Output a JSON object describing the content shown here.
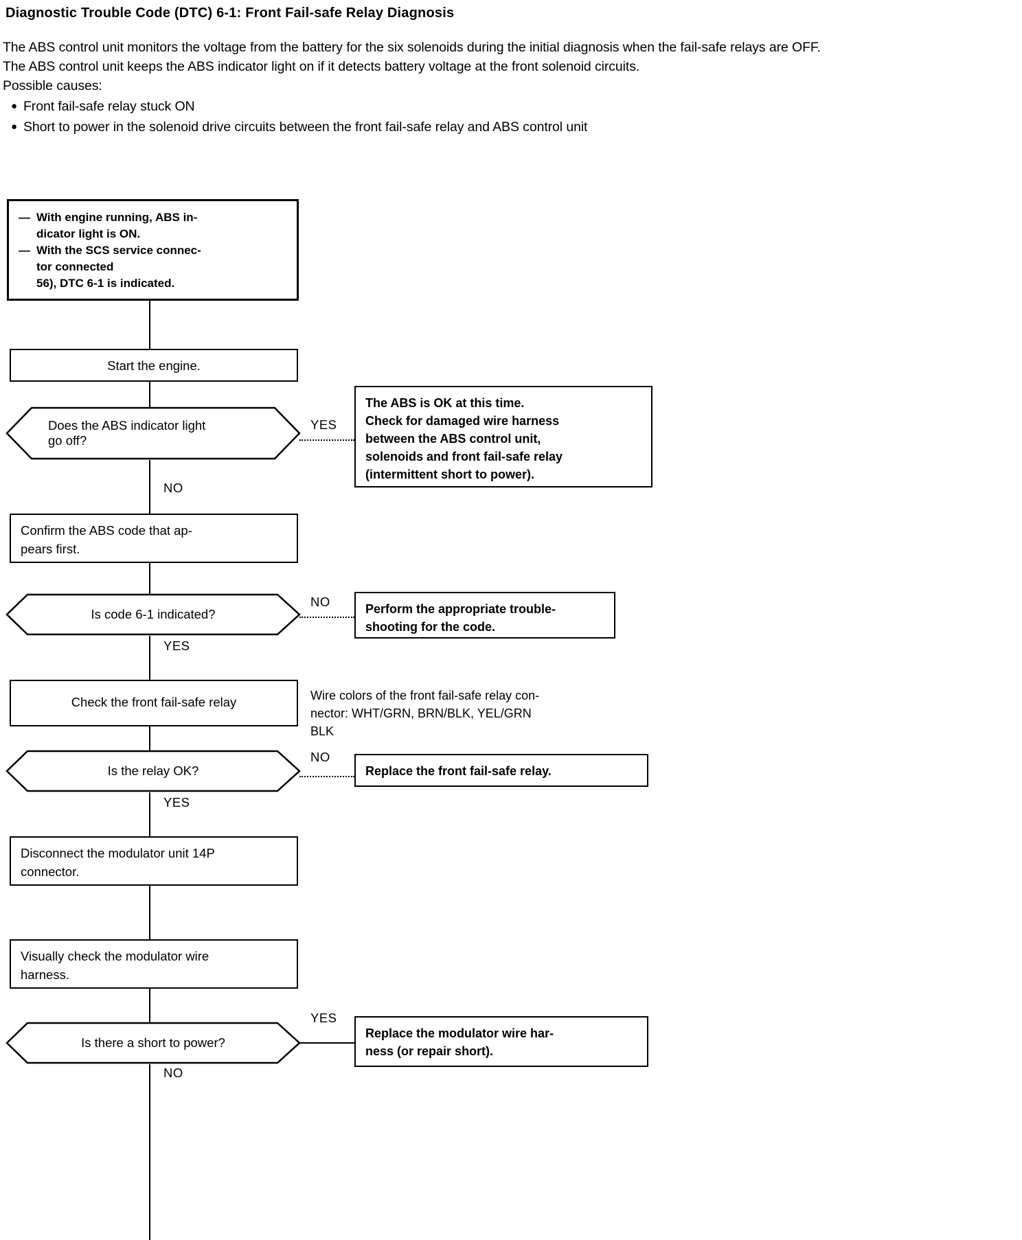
{
  "header": {
    "title": "Diagnostic Trouble Code (DTC) 6-1: Front Fail-safe Relay Diagnosis",
    "paragraph_1": "The ABS control unit monitors the voltage from the battery for the six solenoids during the initial diagnosis when the fail-safe relays are OFF.",
    "paragraph_2": "The ABS control unit keeps the ABS indicator light on if it detects battery voltage at the front solenoid circuits.",
    "causes_label": "Possible causes:",
    "bullet_marker": "●",
    "causes": [
      "Front fail-safe relay stuck ON",
      "Short to power in the solenoid drive circuits between the front fail-safe relay and ABS control unit"
    ]
  },
  "flow": {
    "condition_box": {
      "dash": "—",
      "items": [
        {
          "lines": [
            "With engine running, ABS in-",
            "dicator light is ON."
          ]
        },
        {
          "lines": [
            "With the SCS service connec-",
            "tor connected",
            "56), DTC 6-1 is indicated."
          ]
        }
      ]
    },
    "steps": {
      "start_engine": "Start the engine.",
      "confirm_code": [
        "Confirm the ABS code that ap-",
        "pears first."
      ],
      "check_relay": "Check the front fail-safe relay",
      "disconnect_modulator": [
        "Disconnect the modulator unit 14P",
        "connector."
      ],
      "visual_check": [
        "Visually check the modulator wire",
        "harness."
      ]
    },
    "decisions": {
      "abs_light_off": [
        "Does the ABS indicator light",
        "go off?"
      ],
      "code_6_1": "Is code 6-1 indicated?",
      "relay_ok": "Is the relay OK?",
      "short_to_power": "Is there a short to power?"
    },
    "branch_labels": {
      "yes": "YES",
      "no": "NO"
    },
    "results": {
      "abs_ok": [
        "The ABS is OK at this time.",
        "Check for damaged wire harness",
        "between the ABS control unit,",
        "solenoids and front fail-safe relay",
        "(intermittent short to power)."
      ],
      "perform_troubleshooting": [
        "Perform the appropriate trouble-",
        "shooting for the code."
      ],
      "replace_relay": "Replace the front fail-safe relay.",
      "replace_harness": [
        "Replace the modulator wire har-",
        "ness (or repair short)."
      ]
    },
    "notes": {
      "wire_colors": [
        "Wire colors of the front fail-safe relay con-",
        "nector: WHT/GRN, BRN/BLK, YEL/GRN",
        "BLK"
      ]
    }
  },
  "colors": {
    "ink": "#000000",
    "paper": "#ffffff"
  }
}
